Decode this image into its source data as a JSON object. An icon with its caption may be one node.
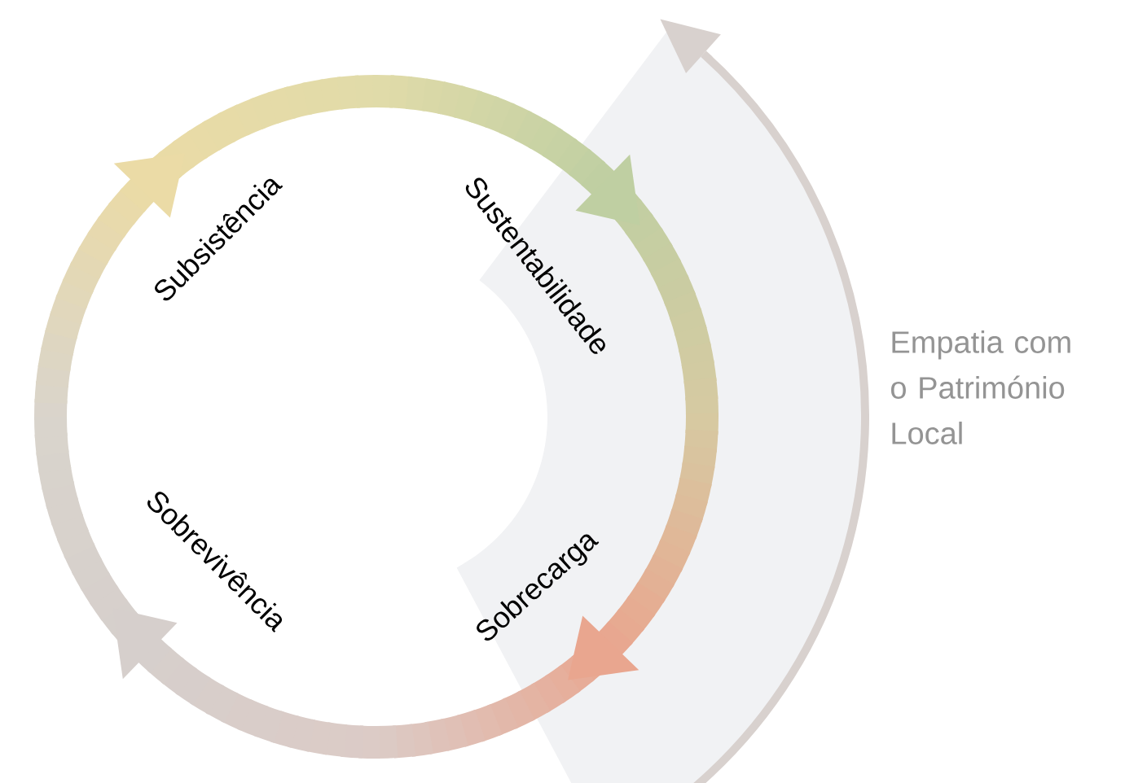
{
  "diagram": {
    "labels": [
      "Subsistência",
      "Sustentabilidade",
      "Sobrecarga",
      "Sobrevivência",
      "Empatia com o Património Local"
    ]
  }
}
